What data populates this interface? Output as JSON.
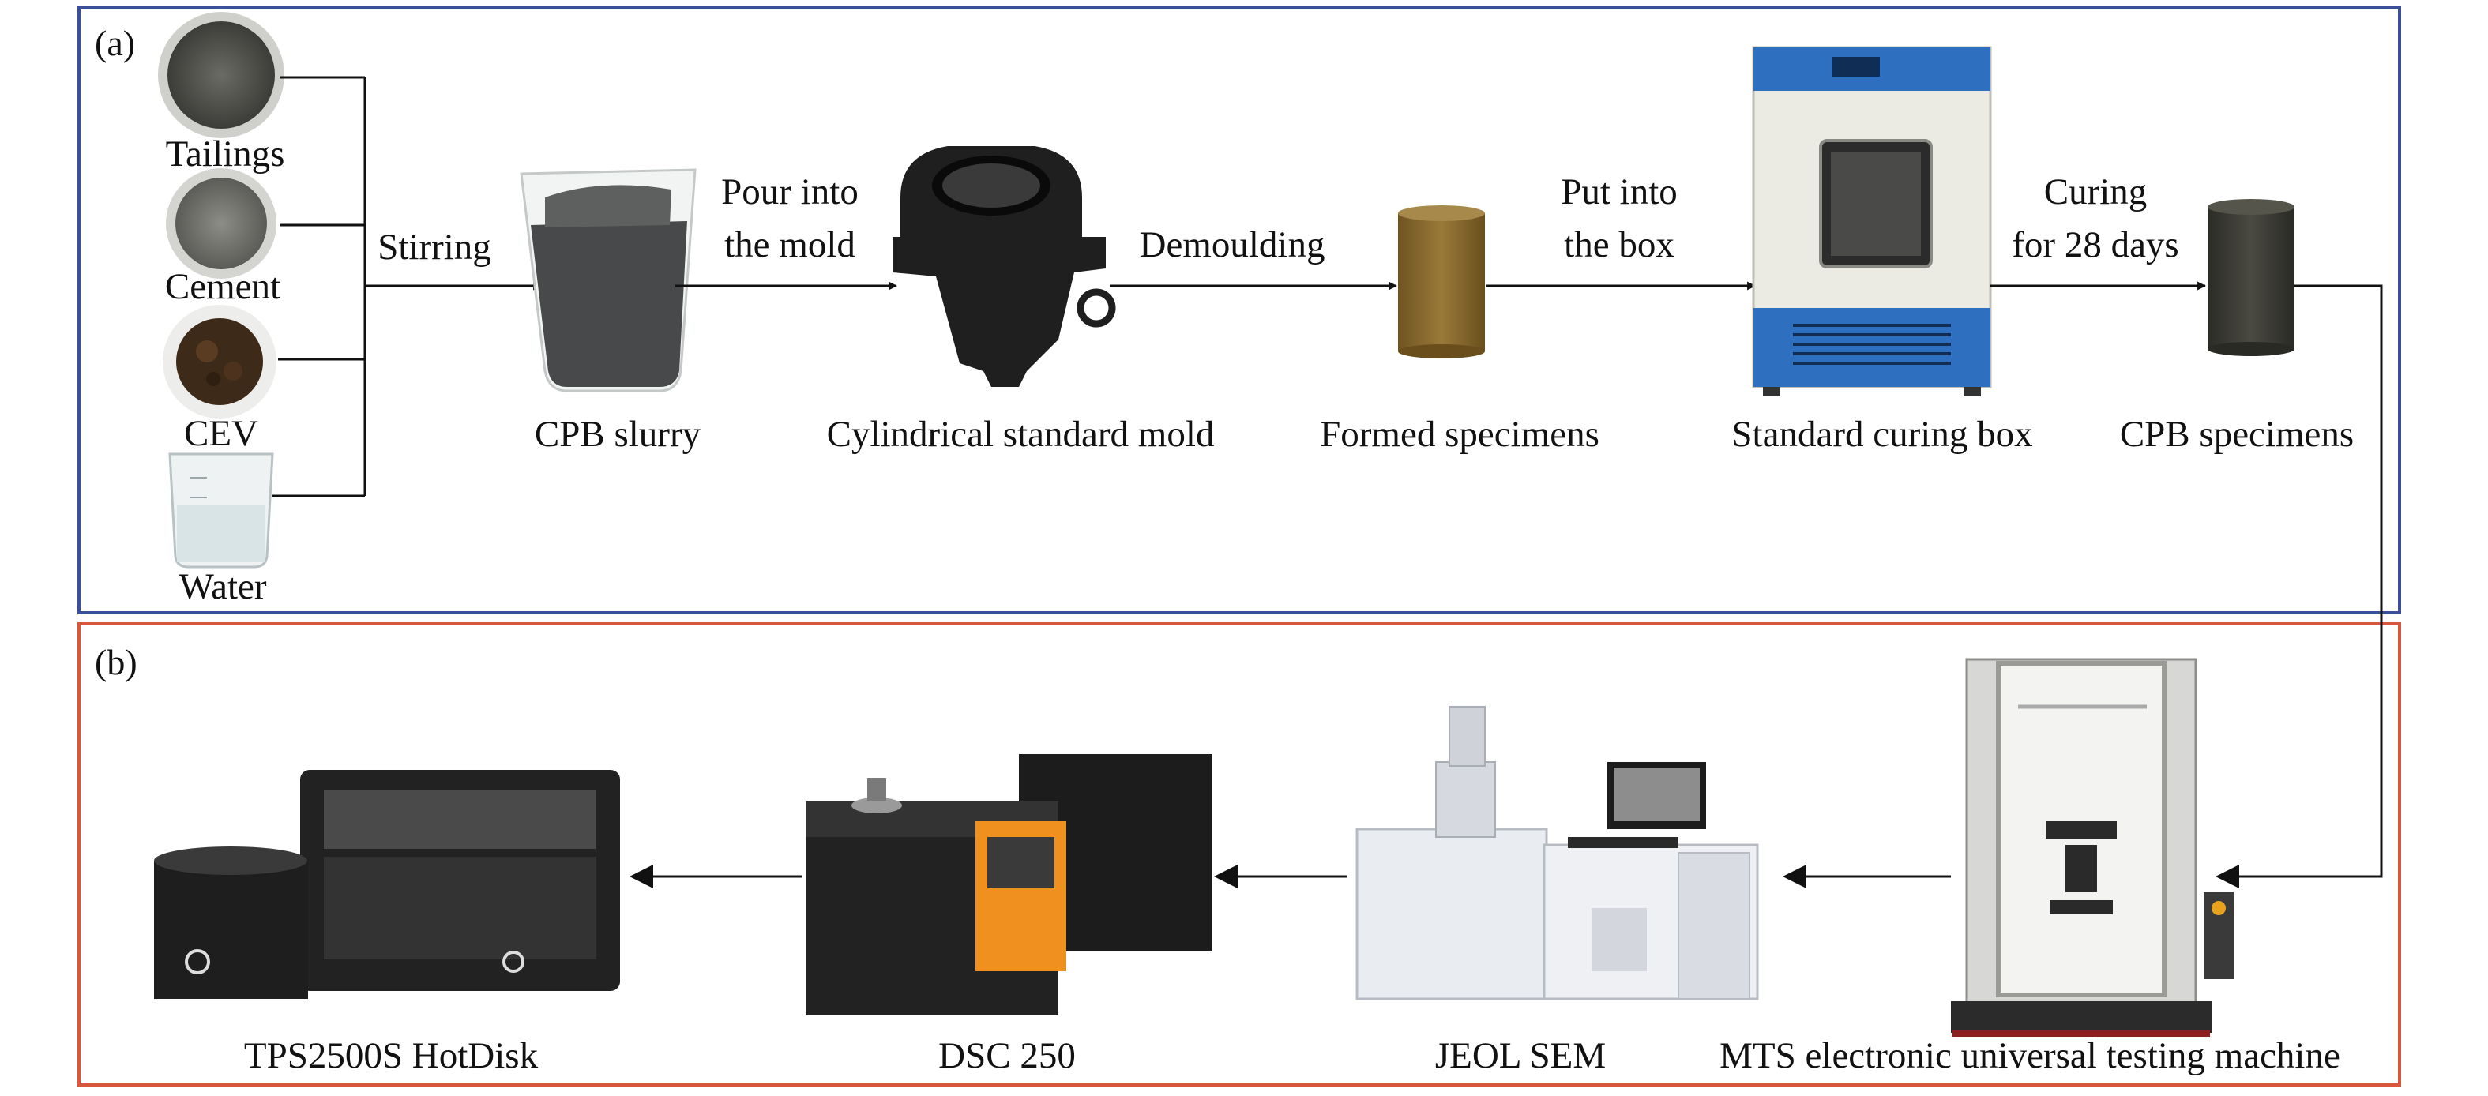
{
  "panels": {
    "a": {
      "tag": "(a)",
      "border_color": "#3b4f9a"
    },
    "b": {
      "tag": "(b)",
      "border_color": "#d9573c"
    }
  },
  "inputs": {
    "tailings": "Tailings",
    "cement": "Cement",
    "cev": "CEV",
    "water": "Water"
  },
  "steps": {
    "stirring": "Stirring",
    "pour_line1": "Pour into",
    "pour_line2": "the mold",
    "demoulding": "Demoulding",
    "put_line1": "Put into",
    "put_line2": "the box",
    "curing_line1": "Curing",
    "curing_line2": "for 28 days"
  },
  "stages": {
    "slurry": "CPB slurry",
    "mold": "Cylindrical standard mold",
    "formed": "Formed specimens",
    "curing_box": "Standard curing box",
    "cpb_specimens": "CPB specimens"
  },
  "equipment": {
    "mts": "MTS electronic universal testing machine",
    "sem": "JEOL SEM",
    "dsc": "DSC 250",
    "hotdisk": "TPS2500S HotDisk"
  },
  "colors": {
    "formed_specimen": "#8b6a2e",
    "cpb_specimen": "#3a3a33",
    "dsc_accent": "#f0901e"
  }
}
